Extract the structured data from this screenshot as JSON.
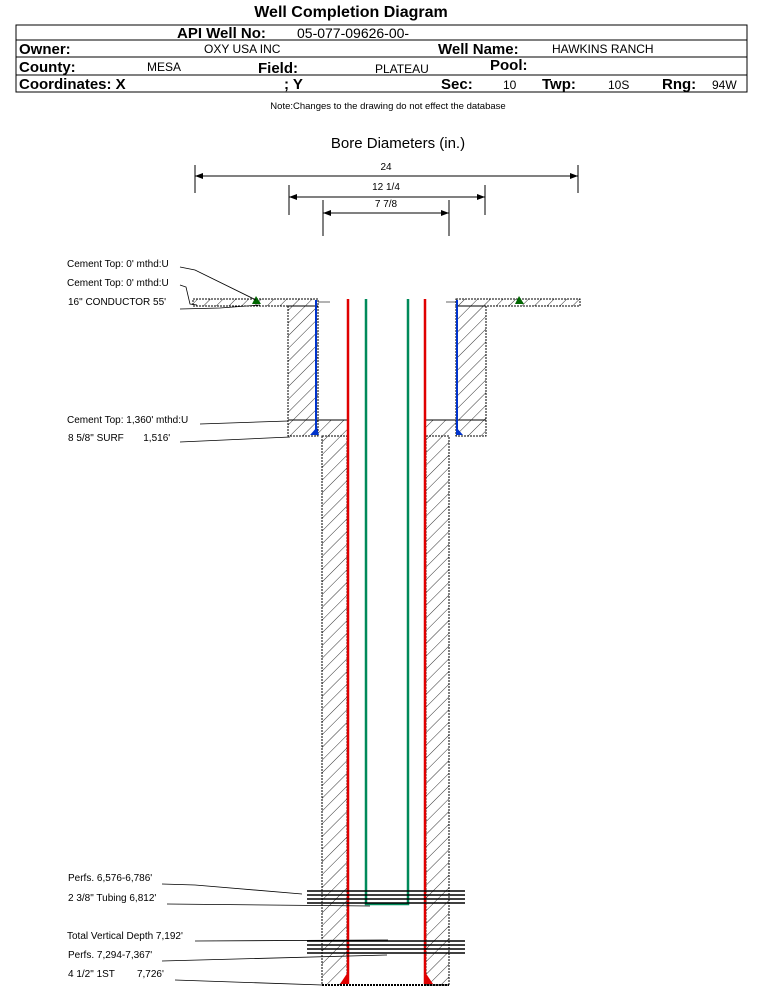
{
  "title": "Well Completion Diagram",
  "header": {
    "api_label": "API Well No:",
    "api_value": "05-077-09626-00-",
    "owner_label": "Owner:",
    "owner_value": "OXY USA INC",
    "well_name_label": "Well Name:",
    "well_name_value": "HAWKINS RANCH",
    "county_label": "County:",
    "county_value": "MESA",
    "field_label": "Field:",
    "field_value": "PLATEAU",
    "pool_label": "Pool:",
    "coordinates_label": "Coordinates: X",
    "y_label": "; Y",
    "sec_label": "Sec:",
    "sec_value": "10",
    "twp_label": "Twp:",
    "twp_value": "10S",
    "rng_label": "Rng:",
    "rng_value": "94W"
  },
  "note": "Note:Changes to the drawing do not effect the database",
  "bore": {
    "title": "Bore Diameters (in.)",
    "diameters": [
      "24",
      "12 1/4",
      "7 7/8"
    ]
  },
  "annotations": [
    "Cement Top: 0' mthd:U",
    "Cement Top: 0' mthd:U",
    "16\" CONDUCTOR  55'",
    "Cement Top: 1,360' mthd:U",
    "8 5/8\" SURF       1,516'",
    "Perfs. 6,576-6,786'",
    "2 3/8\" Tubing 6,812'",
    "Total Vertical Depth 7,192'",
    "Perfs. 7,294-7,367'",
    "4 1/2\" 1ST        7,726'"
  ],
  "colors": {
    "casing": "#e00000",
    "tubing": "#008a5a",
    "surface_casing": "#0033cc",
    "cement_marker": "#006600"
  }
}
